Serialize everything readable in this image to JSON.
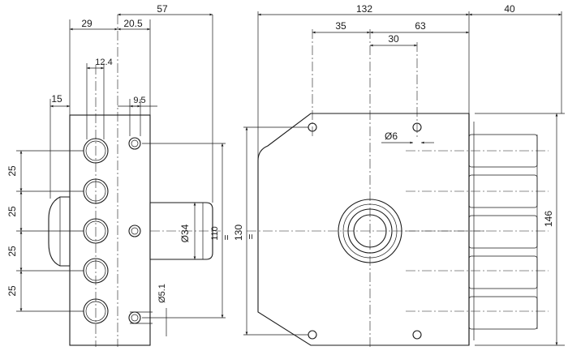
{
  "drawing": {
    "side_view": {
      "dims": {
        "w29": "29",
        "w20_5": "20.5",
        "w57": "57",
        "w12_4": "12.4",
        "w15": "15",
        "w9_5": "9.5",
        "pitch_1": "25",
        "pitch_2": "25",
        "pitch_3": "25",
        "pitch_4": "25",
        "dia_34": "Ø34",
        "dia_5_1": "Ø5.1",
        "h110": "110",
        "eq_mark": "="
      }
    },
    "front_view": {
      "dims": {
        "w132": "132",
        "w40": "40",
        "w35": "35",
        "w63": "63",
        "w30": "30",
        "dia_6": "Ø6",
        "h130": "130",
        "h146": "146",
        "eq_mark": "="
      }
    }
  }
}
